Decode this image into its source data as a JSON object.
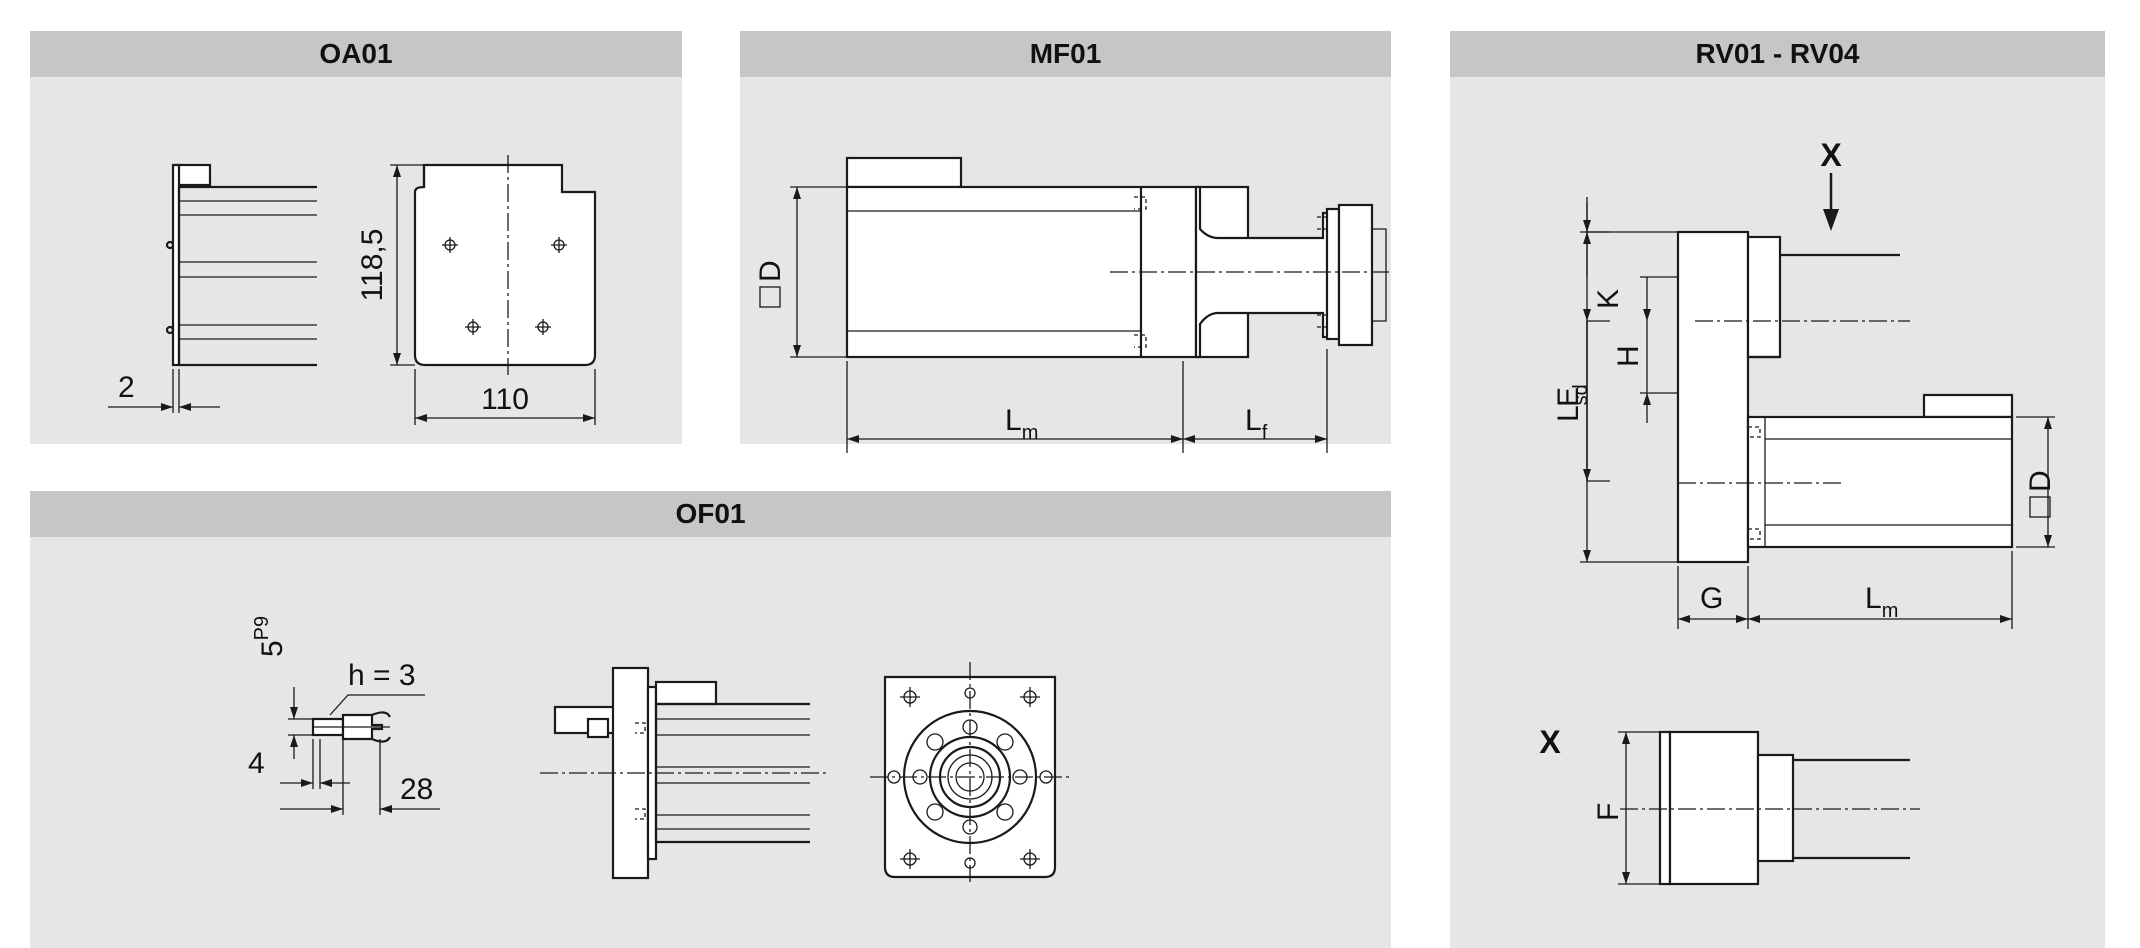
{
  "panels": {
    "oa01": {
      "title": "OA01",
      "dims": {
        "thickness": "2",
        "height": "118,5",
        "width": "110"
      }
    },
    "mf01": {
      "title": "MF01",
      "dims": {
        "square_d": "D",
        "motor_length": "L",
        "motor_length_sub": "m",
        "flange_length": "L",
        "flange_length_sub": "f"
      }
    },
    "rv01": {
      "title": "RV01 - RV04",
      "view_x": "X",
      "view_x_label": "X",
      "dims": {
        "k": "K",
        "h": "H",
        "e": "E",
        "lsd": "L",
        "lsd_sub": "sd",
        "g": "G",
        "lm": "L",
        "lm_sub": "m",
        "square_d": "D",
        "f": "F"
      }
    },
    "of01": {
      "title": "OF01",
      "dims": {
        "key_width": "5",
        "key_tol": "P9",
        "key_height": "h = 3",
        "key_offset": "4",
        "shaft_length": "28"
      }
    }
  }
}
